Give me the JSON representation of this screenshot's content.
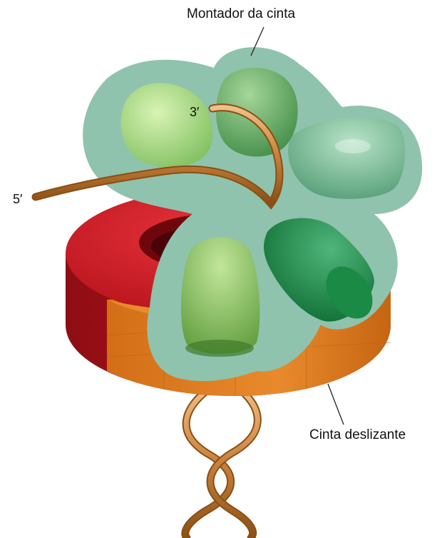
{
  "labels": {
    "clamp_loader": "Montador da cinta",
    "sliding_clamp": "Cinta deslizante",
    "end_3": "3′",
    "end_5": "5′"
  },
  "colors": {
    "clamp_red": "#c0141e",
    "clamp_orange": "#e07f22",
    "loader_halo": "#8fc3ad",
    "subunit_light": "#9fd27a",
    "subunit_mid": "#5e9b58",
    "subunit_dark": "#0f7a3a",
    "dna_strand": "#c9823a"
  }
}
